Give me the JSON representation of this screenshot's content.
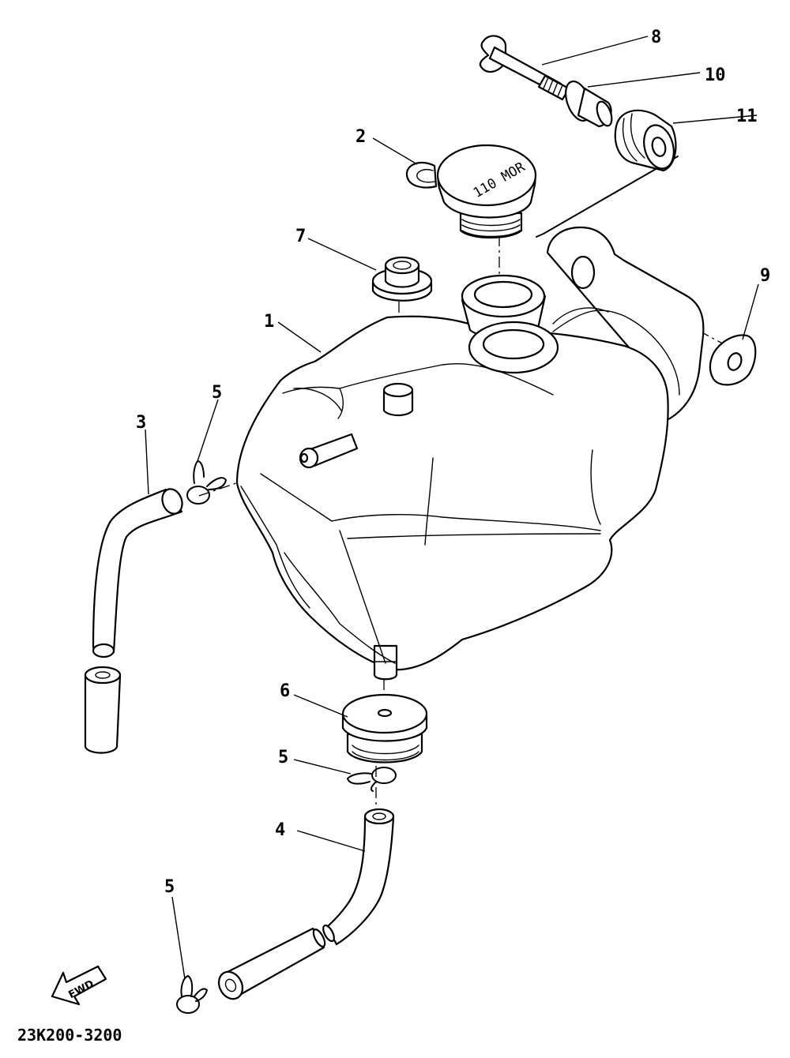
{
  "diagram": {
    "callouts": [
      {
        "id": "1",
        "label": "1"
      },
      {
        "id": "2",
        "label": "2"
      },
      {
        "id": "3",
        "label": "3"
      },
      {
        "id": "4",
        "label": "4"
      },
      {
        "id": "5a",
        "label": "5"
      },
      {
        "id": "5b",
        "label": "5"
      },
      {
        "id": "5c",
        "label": "5"
      },
      {
        "id": "6",
        "label": "6"
      },
      {
        "id": "7",
        "label": "7"
      },
      {
        "id": "8",
        "label": "8"
      },
      {
        "id": "9",
        "label": "9"
      },
      {
        "id": "10",
        "label": "10"
      },
      {
        "id": "11",
        "label": "11"
      }
    ],
    "cap_marking": "110 MOR",
    "fwd_arrow_label": "FWD",
    "drawing_code": "23K200-3200"
  }
}
